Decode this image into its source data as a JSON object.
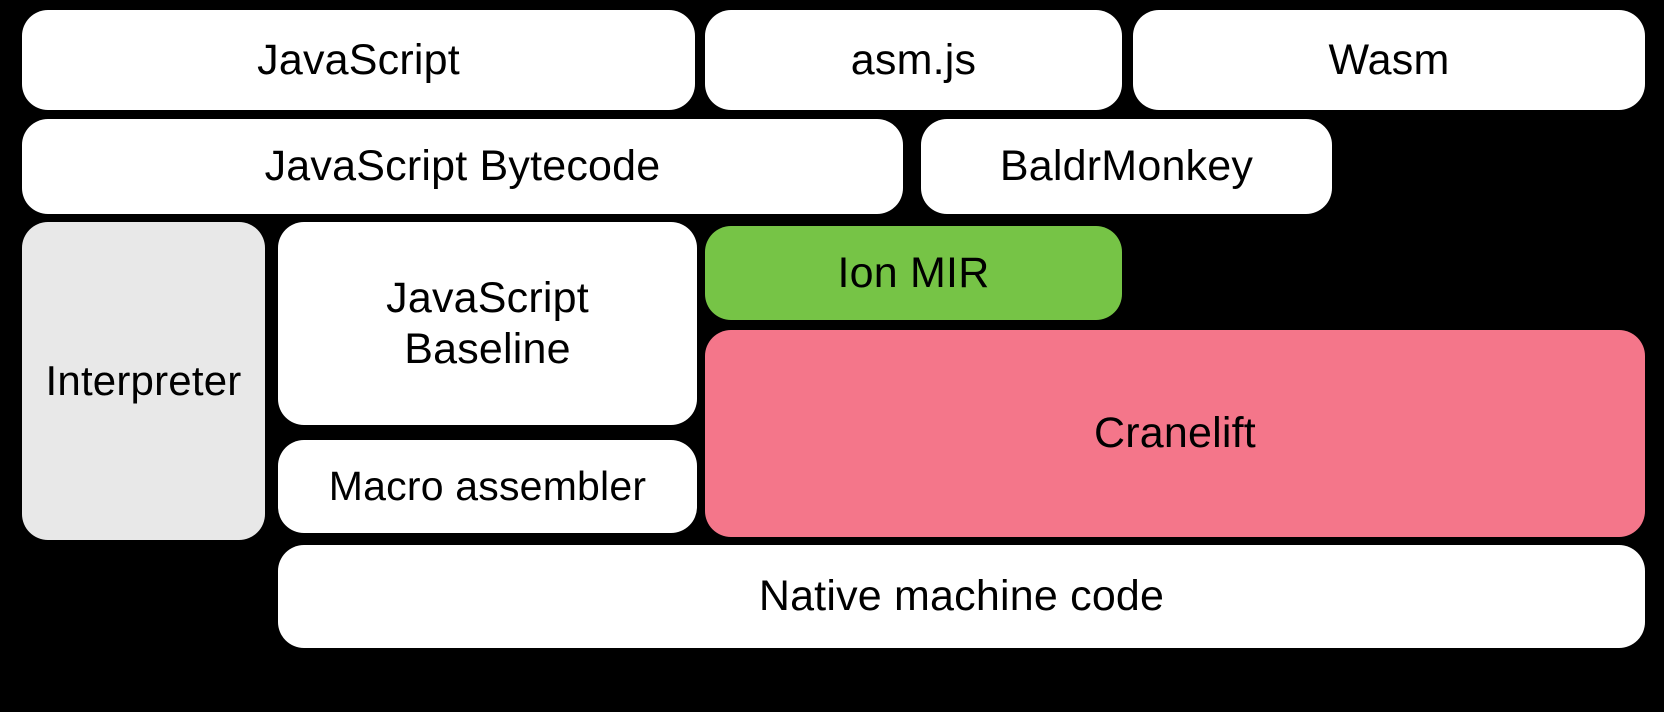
{
  "diagram": {
    "title": "SpiderMonkey JavaScript and WebAssembly compilation pipeline",
    "background_color": "#000000",
    "colors": {
      "white": "#ffffff",
      "grey": "#e8e8e8",
      "green": "#76c446",
      "pink": "#f4768a",
      "text": "#000000"
    },
    "rows": {
      "source_languages": {
        "javascript": "JavaScript",
        "asmjs": "asm.js",
        "wasm": "Wasm"
      },
      "intermediate_formats": {
        "js_bytecode": "JavaScript Bytecode",
        "baldrmonkey": "BaldrMonkey"
      },
      "engines": {
        "interpreter": "Interpreter",
        "js_baseline": "JavaScript\nBaseline",
        "macro_assembler": "Macro assembler",
        "ion_mir": "Ion MIR",
        "cranelift": "Cranelift"
      },
      "output": {
        "native_code": "Native machine code"
      }
    }
  }
}
